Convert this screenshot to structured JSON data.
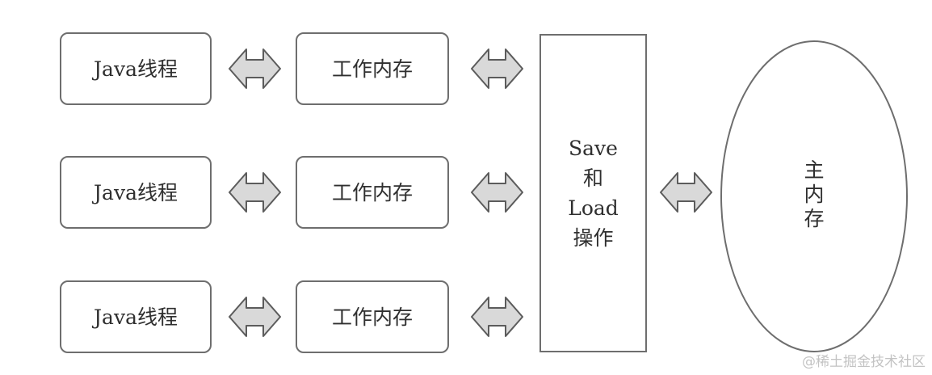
{
  "diagram": {
    "thread_label": "Java线程",
    "working_memory_label": "工作内存",
    "save_load_lines": [
      "Save",
      "和",
      "Load",
      "操作"
    ],
    "main_memory_lines": [
      "主",
      "内",
      "存"
    ],
    "rows": [
      {
        "thread": "Java线程",
        "memory": "工作内存"
      },
      {
        "thread": "Java线程",
        "memory": "工作内存"
      },
      {
        "thread": "Java线程",
        "memory": "工作内存"
      }
    ],
    "arrow_style": {
      "fill": "#d9d9d9",
      "stroke": "#5c5c5c"
    },
    "node_colors": {
      "border": "#6e6e6e",
      "text": "#2f2f2f",
      "background": "#ffffff"
    }
  },
  "watermark": "@稀土掘金技术社区"
}
